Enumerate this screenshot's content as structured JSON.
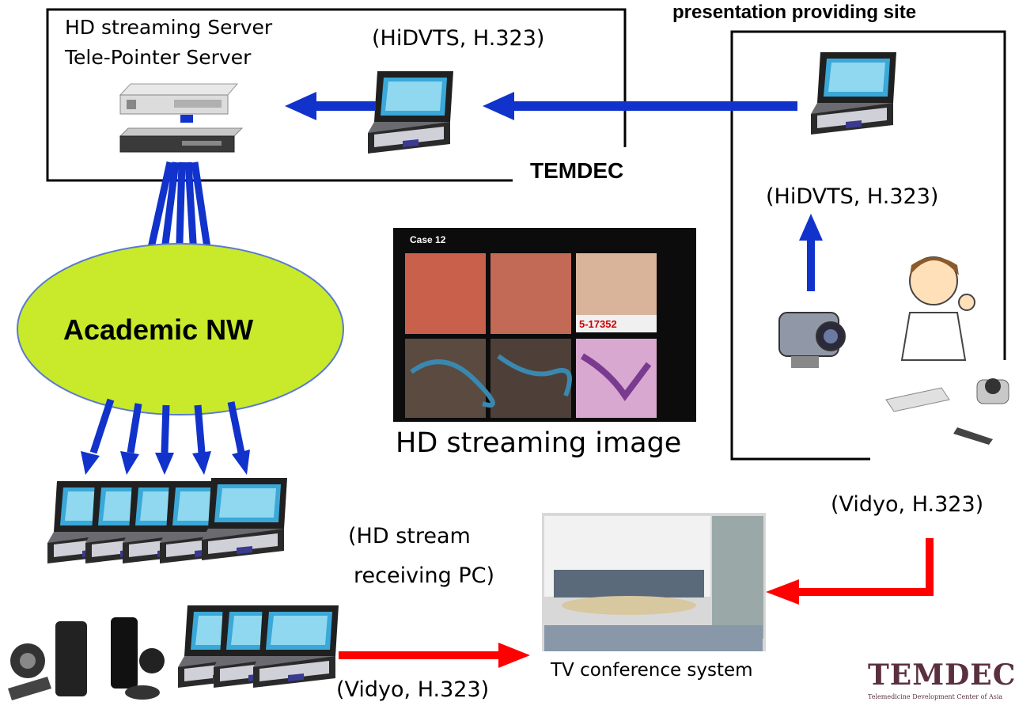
{
  "temdec_site": {
    "server_title_line1": "HD streaming Server",
    "server_title_line2": "Tele-Pointer Server",
    "protocol_top": "(HiDVTS, H.323)",
    "label": "TEMDEC"
  },
  "presentation_site": {
    "title": "presentation providing site",
    "protocol": "(HiDVTS, H.323)"
  },
  "network": {
    "label": "Academic NW"
  },
  "streaming_image": {
    "case_label": "Case 12",
    "ruler_text": "5-17352",
    "caption": "HD streaming image"
  },
  "receivers": {
    "label_line1": "(HD stream",
    "label_line2": "receiving PC)"
  },
  "vidyo_right": "(Vidyo, H.323)",
  "vidyo_bottom": "(Vidyo, H.323)",
  "tv_conference": {
    "caption": "TV conference system"
  },
  "logo": {
    "text": "TEMDEC",
    "subtitle": "Telemedicine Development Center of Asia"
  },
  "colors": {
    "blue_arrow": "#1133cc",
    "red_arrow": "#ff0000",
    "network_fill": "#c8ea2a",
    "network_stroke": "#5a7ad0"
  }
}
